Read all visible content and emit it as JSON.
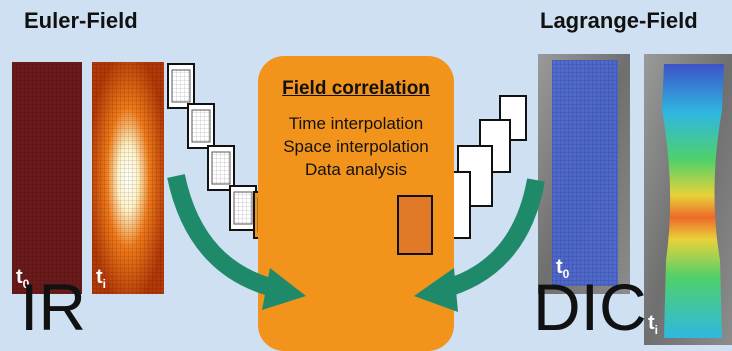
{
  "left_panel": {
    "title": "Euler-Field",
    "big_label": "IR",
    "frame1_label": "t",
    "frame1_sub": "0",
    "frame2_label": "t",
    "frame2_sub": "i"
  },
  "right_panel": {
    "title": "Lagrange-Field",
    "big_label": "DIC",
    "frame1_label": "t",
    "frame1_sub": "0",
    "frame2_label": "t",
    "frame2_sub": "i"
  },
  "center": {
    "title": "Field correlation",
    "lines": [
      "Time interpolation",
      "Space interpolation",
      "Data analysis"
    ]
  },
  "colors": {
    "background": "#cfe0f2",
    "center_box": "#f2941c",
    "arrow": "#1f8a6a",
    "ir_dark": "#6a1a1a",
    "ir_hot": "#ffffff",
    "dic_blue": "#4060d0"
  }
}
